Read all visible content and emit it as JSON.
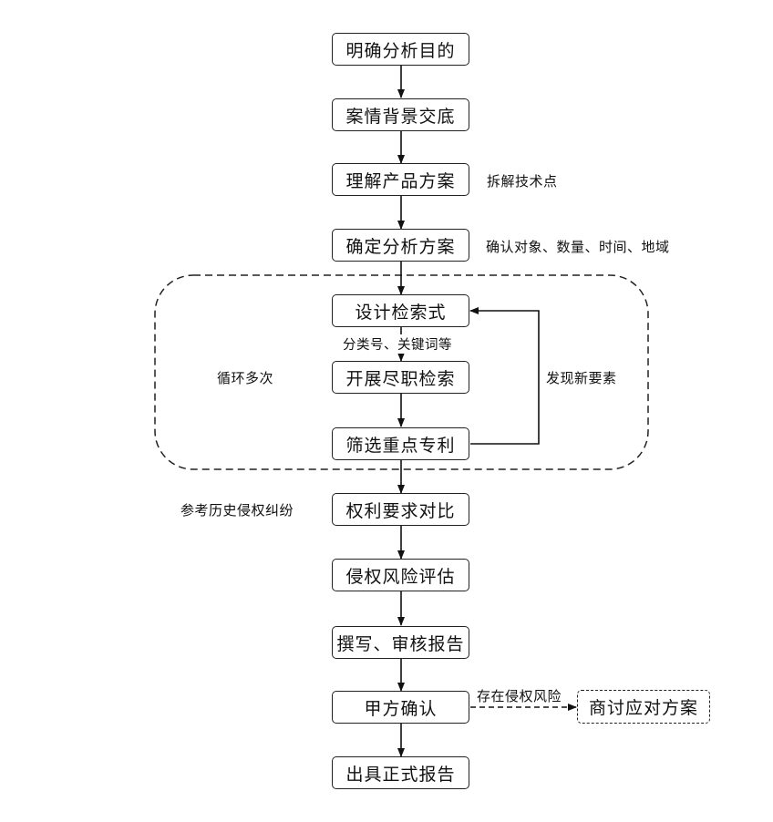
{
  "steps": {
    "s1": "明确分析目的",
    "s2": "案情背景交底",
    "s3": "理解产品方案",
    "s4": "确定分析方案",
    "s5": "设计检索式",
    "s6": "开展尽职检索",
    "s7": "筛选重点专利",
    "s8": "权利要求对比",
    "s9": "侵权风险评估",
    "s10": "撰写、审核报告",
    "s11": "甲方确认",
    "s12": "出具正式报告",
    "side": "商讨应对方案"
  },
  "notes": {
    "dismantle": "拆解技术点",
    "confirm": "确认对象、数量、时间、地域",
    "keywords": "分类号、关键词等",
    "loop": "循环多次",
    "newElements": "发现新要素",
    "history": "参考历史侵权纠纷",
    "risk": "存在侵权风险"
  }
}
